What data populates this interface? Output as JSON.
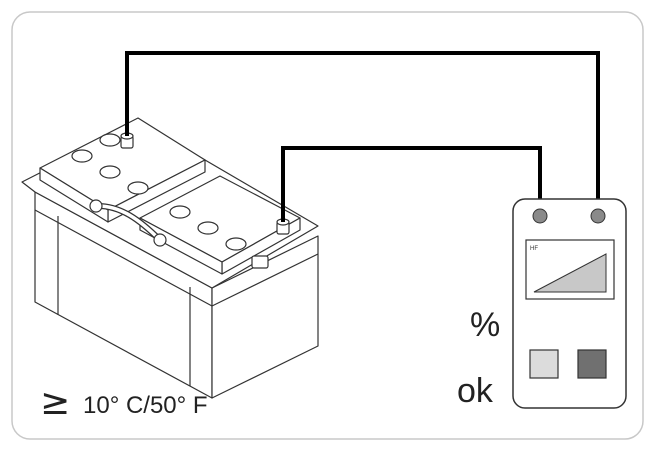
{
  "diagram": {
    "temperature_symbol": "≥",
    "temperature_text": "10° C/50° F",
    "tester": {
      "screen_label": "HF",
      "percent_label": "%",
      "ok_label": "ok"
    },
    "colors": {
      "line": "#000000",
      "outline": "#333333",
      "frame": "#c8c8c8",
      "screen_fill": "#c8c8c8",
      "button_light": "#dcdcdc",
      "button_dark": "#707070",
      "terminal_dot": "#8a8a8a"
    }
  }
}
